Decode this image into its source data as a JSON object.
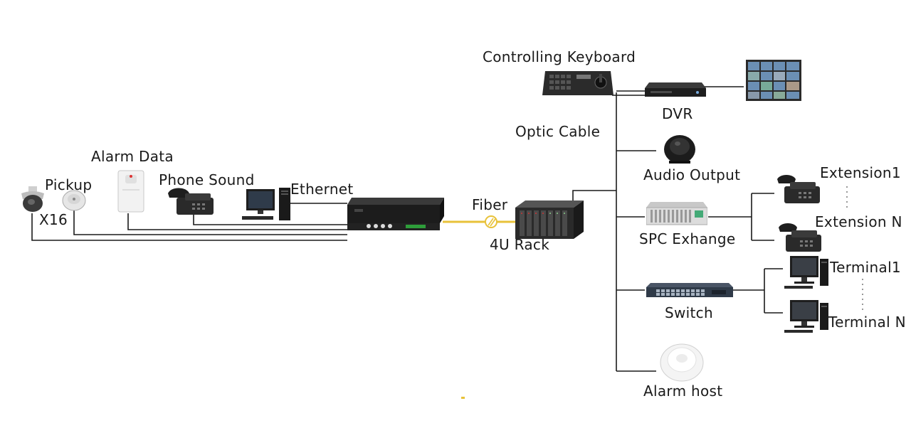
{
  "labels": {
    "controlling_keyboard": "Controlling Keyboard",
    "dvr": "DVR",
    "optic_cable": "Optic  Cable",
    "audio_output": "Audio Output",
    "extension1": "Extension1",
    "extension_n": "Extension N",
    "spc_exchange": "SPC Exhange",
    "terminal1": "Terminal1",
    "terminal_n": "Terminal N",
    "switch": "Switch",
    "alarm_host": "Alarm host",
    "fiber": "Fiber",
    "rack": "4U Rack",
    "alarm_data": "Alarm Data",
    "pickup": "Pickup",
    "phone_sound": "Phone Sound",
    "ethernet": "Ethernet",
    "x16": "X16"
  },
  "colors": {
    "line": "#1a1a1a",
    "fiber": "#e8c23a",
    "device_dark": "#222222",
    "device_light": "#d9d9d9"
  }
}
